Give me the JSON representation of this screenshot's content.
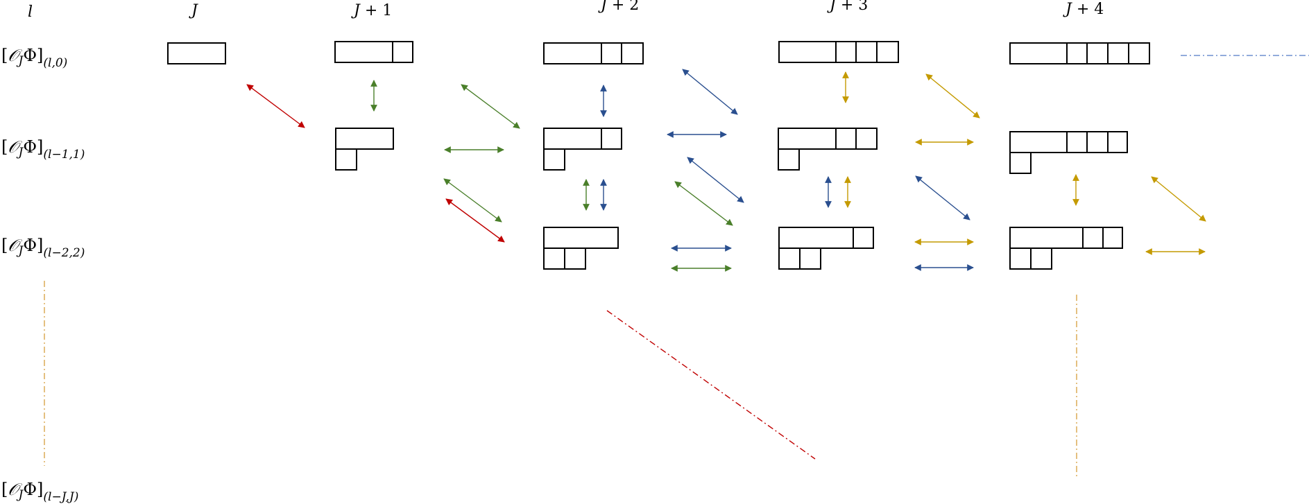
{
  "colors": {
    "red": "#c00000",
    "green": "#4a7f2a",
    "blue": "#2a4f8f",
    "gold": "#c49a00"
  },
  "header": {
    "row_label": "l",
    "col_base": "J",
    "col_suffixes": [
      "",
      "+ 1",
      "+ 2",
      "+ 3",
      "+ 4"
    ]
  },
  "rows": {
    "row0_sub": "(l,0)",
    "row1_sub": "(l−1,1)",
    "row2_sub": "(l−2,2)",
    "rowJ_sub": "(l−J,J)"
  },
  "diagram": {
    "description_note": "",
    "continuation_lines": [
      "horizontal-blue",
      "vertical-gold-left",
      "diagonal-red",
      "vertical-gold-right"
    ]
  }
}
